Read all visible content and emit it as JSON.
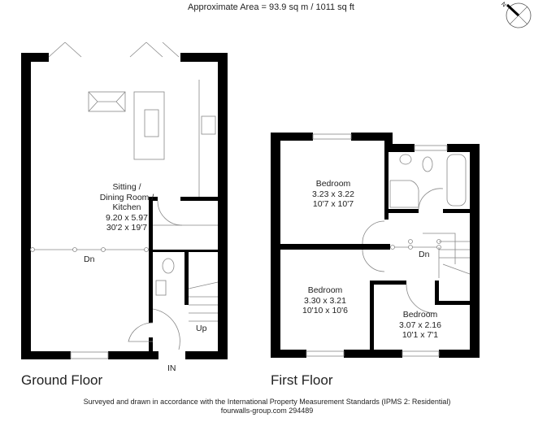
{
  "header": {
    "area": "Approximate  Area = 93.9 sq m / 1011 sq ft",
    "compass_icon": "north-arrow-icon",
    "compass_label": "N"
  },
  "ground_floor": {
    "title": "Ground Floor",
    "rooms": [
      {
        "name": "Sitting /\nDining Room /\nKitchen",
        "metric": "9.20 x 5.97",
        "imperial": "30'2 x 19'7"
      }
    ],
    "labels": {
      "down": "Dn",
      "up": "Up",
      "entrance": "IN"
    }
  },
  "first_floor": {
    "title": "First Floor",
    "rooms": [
      {
        "name": "Bedroom",
        "metric": "3.23 x 3.22",
        "imperial": "10'7 x 10'7"
      },
      {
        "name": "Bedroom",
        "metric": "3.30 x 3.21",
        "imperial": "10'10 x 10'6"
      },
      {
        "name": "Bedroom",
        "metric": "3.07 x 2.16",
        "imperial": "10'1 x 7'1"
      }
    ],
    "labels": {
      "down": "Dn"
    }
  },
  "footer": {
    "standard": "Surveyed and drawn in accordance with the International Property Measurement Standards (IPMS 2: Residential)",
    "ref": "fourwalls-group.com 294489"
  },
  "colors": {
    "wall": "#000000",
    "line": "#888888"
  }
}
